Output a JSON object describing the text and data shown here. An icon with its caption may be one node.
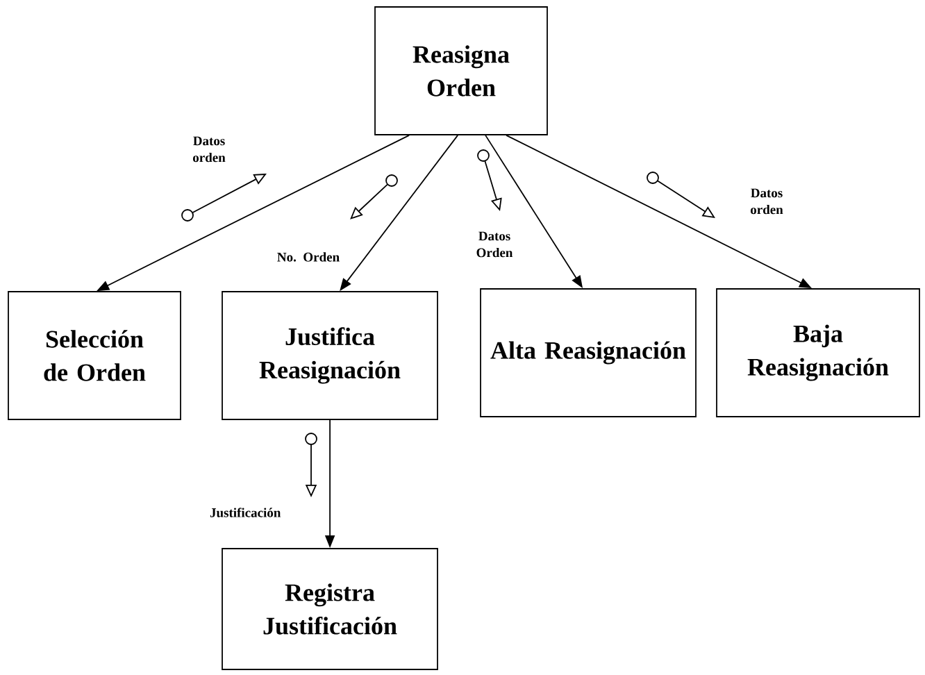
{
  "diagram": {
    "nodes": [
      {
        "text": [
          "Reasigna Orden"
        ]
      },
      {
        "text": [
          "Selección de Orden"
        ]
      },
      {
        "text": [
          "Justifica Reasignación"
        ]
      },
      {
        "text": [
          "Alta Reasignación"
        ]
      },
      {
        "text": [
          "Baja Reasignación"
        ]
      },
      {
        "text": [
          "Registra Justificación"
        ]
      }
    ],
    "edges": [
      {
        "from": 0,
        "to": 1,
        "arrow": "to",
        "label": "Datos orden"
      },
      {
        "from": 0,
        "to": 2,
        "arrow": "to",
        "label": "No. Orden"
      },
      {
        "from": 0,
        "to": 3,
        "arrow": "to",
        "label": "Datos Orden"
      },
      {
        "from": 0,
        "to": 4,
        "arrow": "to",
        "label": "Datos orden"
      },
      {
        "from": 2,
        "to": 5,
        "arrow": "to",
        "label": "Justificación"
      }
    ]
  }
}
